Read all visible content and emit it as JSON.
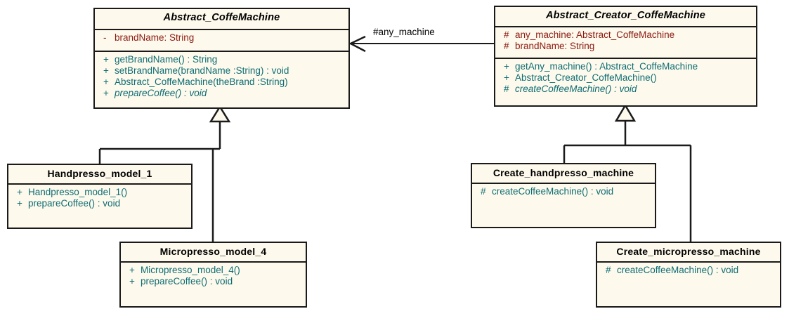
{
  "diagram": {
    "title": "Abstract Factory coffee machine UML class diagram",
    "colors": {
      "class_fill": "#fdf9ec",
      "border": "#1a1a1a",
      "attribute_text": "#8c1a11",
      "operation_text": "#0e6d74",
      "label_text": "#000000",
      "background": "#ffffff"
    }
  },
  "classes": {
    "abstract_coffemachine": {
      "name": "Abstract_CoffeMachine",
      "is_abstract": true,
      "attributes": [
        {
          "visibility": "-",
          "text": "brandName:  String",
          "italic": false
        }
      ],
      "operations": [
        {
          "visibility": "+",
          "text": "getBrandName() : String",
          "italic": false
        },
        {
          "visibility": "+",
          "text": "setBrandName(brandName :String) : void",
          "italic": false
        },
        {
          "visibility": "+",
          "text": "Abstract_CoffeMachine(theBrand :String)",
          "italic": false
        },
        {
          "visibility": "+",
          "text": "prepareCoffee() : void",
          "italic": true
        }
      ]
    },
    "abstract_creator_coffemachine": {
      "name": "Abstract_Creator_CoffeMachine",
      "is_abstract": true,
      "attributes": [
        {
          "visibility": "#",
          "text": "any_machine:  Abstract_CoffeMachine",
          "italic": false
        },
        {
          "visibility": "#",
          "text": "brandName:  String",
          "italic": false
        }
      ],
      "operations": [
        {
          "visibility": "+",
          "text": "getAny_machine() : Abstract_CoffeMachine",
          "italic": false
        },
        {
          "visibility": "+",
          "text": "Abstract_Creator_CoffeMachine()",
          "italic": false
        },
        {
          "visibility": "#",
          "text": "createCoffeeMachine() : void",
          "italic": true
        }
      ]
    },
    "handpresso_model_1": {
      "name": "Handpresso_model_1",
      "is_abstract": false,
      "attributes": [],
      "operations": [
        {
          "visibility": "+",
          "text": "Handpresso_model_1()",
          "italic": false
        },
        {
          "visibility": "+",
          "text": "prepareCoffee() : void",
          "italic": false
        }
      ]
    },
    "micropresso_model_4": {
      "name": "Micropresso_model_4",
      "is_abstract": false,
      "attributes": [],
      "operations": [
        {
          "visibility": "+",
          "text": "Micropresso_model_4()",
          "italic": false
        },
        {
          "visibility": "+",
          "text": "prepareCoffee() : void",
          "italic": false
        }
      ]
    },
    "create_handpresso_machine": {
      "name": "Create_handpresso_machine",
      "is_abstract": false,
      "attributes": [],
      "operations": [
        {
          "visibility": "#",
          "text": "createCoffeeMachine() : void",
          "italic": false
        }
      ]
    },
    "create_micropresso_machine": {
      "name": "Create_micropresso_machine",
      "is_abstract": false,
      "attributes": [],
      "operations": [
        {
          "visibility": "#",
          "text": "createCoffeeMachine() : void",
          "italic": false
        }
      ]
    }
  },
  "relationships": {
    "association": {
      "label": "#any_machine",
      "from": "Abstract_Creator_CoffeMachine",
      "to": "Abstract_CoffeMachine",
      "type": "association-arrow"
    },
    "generalizations": [
      {
        "from": "Handpresso_model_1",
        "to": "Abstract_CoffeMachine",
        "type": "generalization"
      },
      {
        "from": "Micropresso_model_4",
        "to": "Abstract_CoffeMachine",
        "type": "generalization"
      },
      {
        "from": "Create_handpresso_machine",
        "to": "Abstract_Creator_CoffeMachine",
        "type": "generalization"
      },
      {
        "from": "Create_micropresso_machine",
        "to": "Abstract_Creator_CoffeMachine",
        "type": "generalization"
      }
    ]
  }
}
